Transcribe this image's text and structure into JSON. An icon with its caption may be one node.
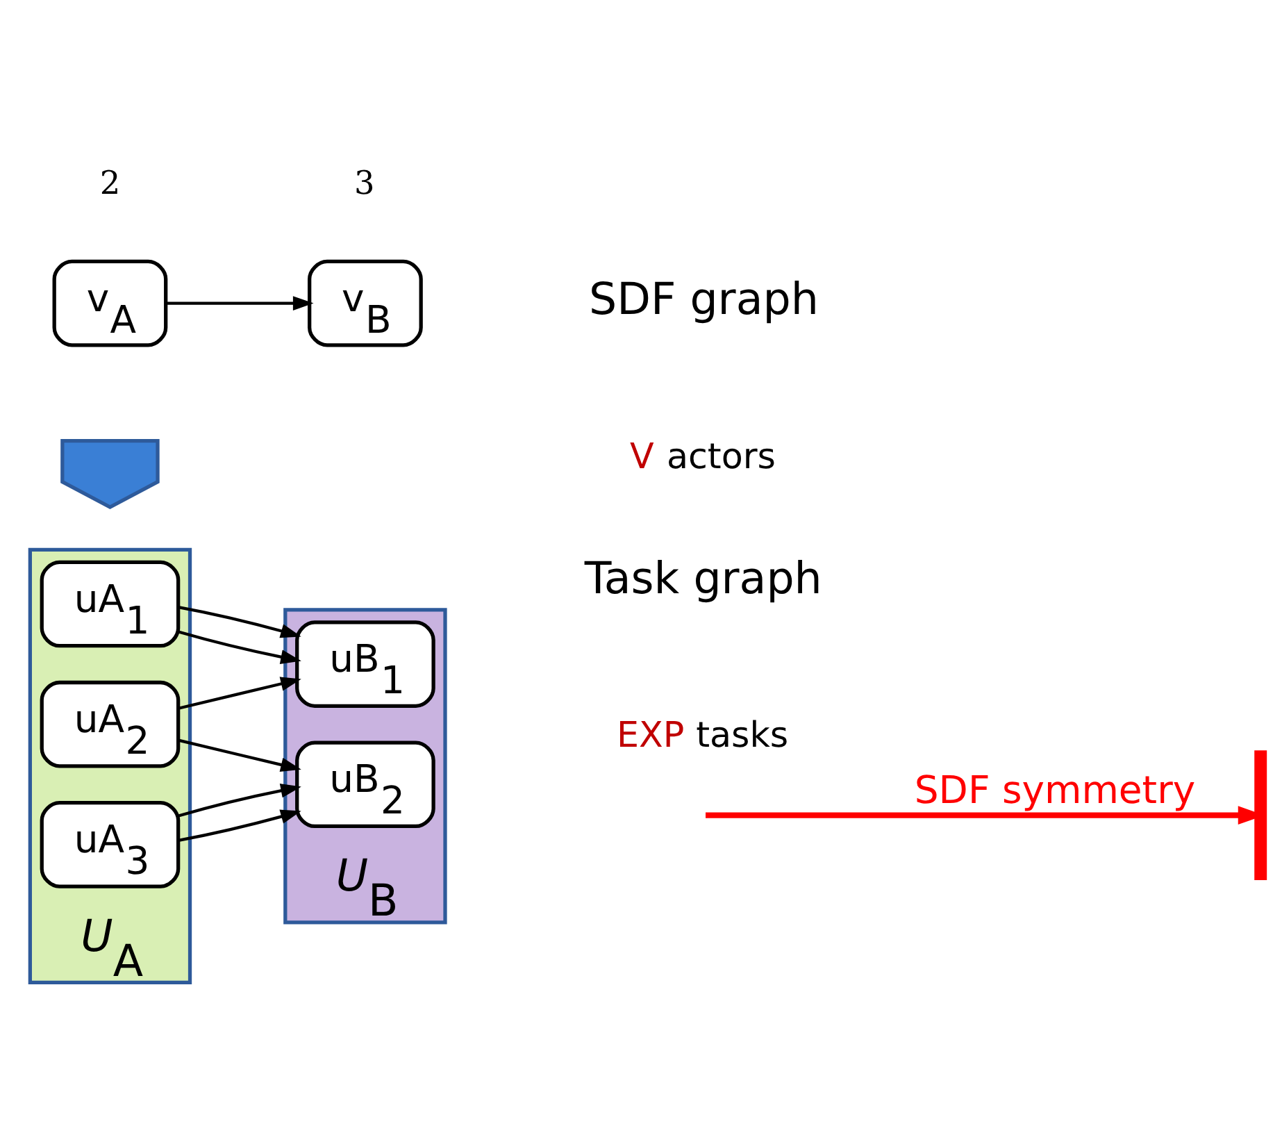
{
  "diagram": {
    "nodes": [
      {
        "text": [
          "v$_{A}$"
        ]
      },
      {
        "text": [
          "v$_{B}$"
        ]
      },
      {
        "text": [],
        "shape": "arrow"
      },
      {
        "text": [
          "*U*$_{A}$"
        ]
      },
      {
        "text": [
          "uA$_{1}$"
        ],
        "in": 3
      },
      {
        "text": [
          "uA$_{2}$"
        ],
        "in": 3
      },
      {
        "text": [
          "uA$_{3}$"
        ],
        "in": 3
      },
      {
        "text": [
          "*U*$_{B}$"
        ]
      },
      {
        "text": [
          "uB$_{1}$"
        ],
        "in": 7
      },
      {
        "text": [
          "uB$_{2}$"
        ],
        "in": 7
      },
      {
        "text": [],
        "shape": "bar"
      }
    ],
    "edges": [
      {
        "from": 0,
        "to": 1,
        "arrow": "to"
      },
      {
        "from": 4,
        "to": 8,
        "arrow": "to"
      },
      {
        "from": 4,
        "to": 8,
        "arrow": "to"
      },
      {
        "from": 5,
        "to": 8,
        "arrow": "to"
      },
      {
        "from": 5,
        "to": 9,
        "arrow": "to"
      },
      {
        "from": 6,
        "to": 9,
        "arrow": "to"
      },
      {
        "from": 6,
        "to": 9,
        "arrow": "to"
      },
      {
        "from": null,
        "to": 10,
        "arrow": "to",
        "label": "SDF symmetry",
        "color": "#ff0000",
        "style": "thick"
      }
    ],
    "labels": [
      "2",
      "3",
      "SDF graph",
      "V actors",
      "Task graph",
      "EXP tasks"
    ]
  }
}
